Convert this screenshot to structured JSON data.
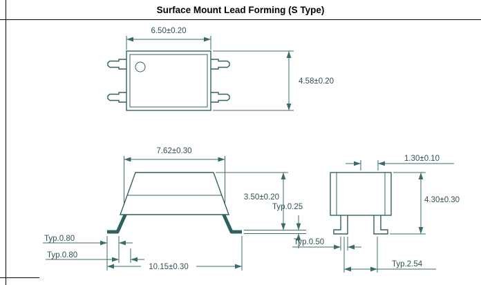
{
  "title": "Surface Mount Lead Forming (S Type)",
  "colors": {
    "line": "#2f6161",
    "dim": "#3a6b6b",
    "text": "#2f4f55",
    "frame": "#000000"
  },
  "top_view": {
    "width": "6.50±0.20",
    "height": "4.58±0.20"
  },
  "front_view": {
    "lead_span_top": "7.62±0.30",
    "body_height": "3.50±0.20",
    "lead_thickness": "Typ.0.25",
    "foot_length": "Typ.0.80",
    "bend_length": "Typ.0.80",
    "overall_span": "10.15±0.30"
  },
  "side_view": {
    "lead_top_width": "1.30±0.10",
    "overall_height": "4.30±0.30",
    "lead_width": "Typ.0.50",
    "lead_pitch": "Typ.2.54"
  }
}
